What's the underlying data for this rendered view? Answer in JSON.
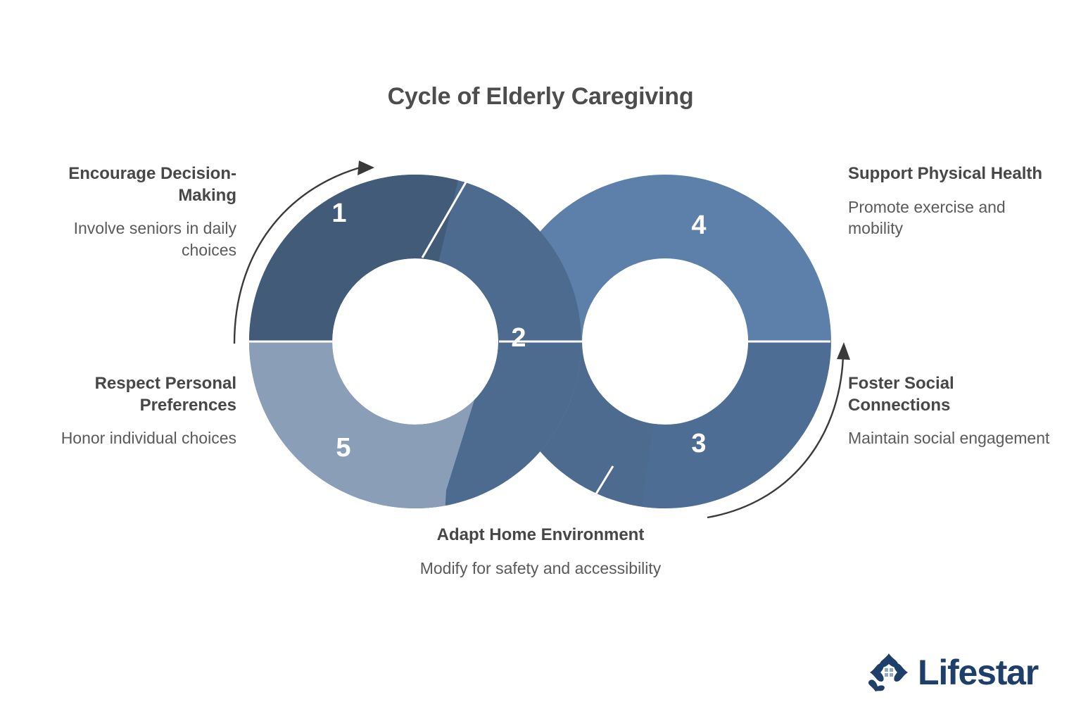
{
  "title": "Cycle of Elderly Caregiving",
  "diagram": {
    "shape": "figure-eight-donut",
    "colors": {
      "segment_1": "#415b78",
      "segment_2": "#4c6b8e",
      "segment_3": "#4d6d94",
      "segment_4": "#5c80a9",
      "segment_5": "#8a9eb8",
      "number_text": "#ffffff",
      "arrow": "#3a3a3a",
      "title_text": "#4d4d4d",
      "body_text": "#5a5a5a",
      "logo": "#1f3f6b"
    },
    "steps": [
      {
        "number": "1",
        "title": "Encourage Decision-Making",
        "description": "Involve seniors in daily choices"
      },
      {
        "number": "2",
        "title": "Adapt Home Environment",
        "description": "Modify for safety and accessibility"
      },
      {
        "number": "3",
        "title": "Foster Social Connections",
        "description": "Maintain social engagement"
      },
      {
        "number": "4",
        "title": "Support Physical Health",
        "description": "Promote exercise and mobility"
      },
      {
        "number": "5",
        "title": "Respect Personal Preferences",
        "description": "Honor individual choices"
      }
    ]
  },
  "logo": {
    "name": "Lifestar",
    "mark": "lifestar-house-mark"
  }
}
